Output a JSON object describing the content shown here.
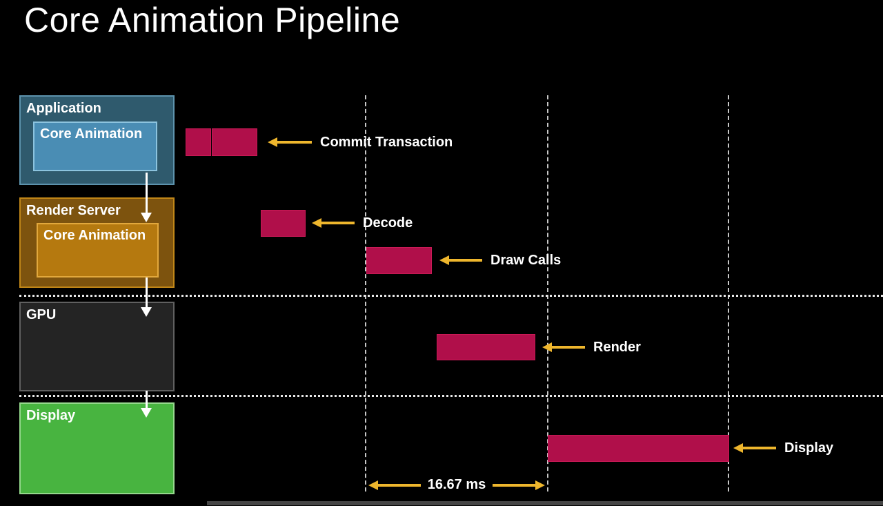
{
  "slide": {
    "title": "Core Animation Pipeline"
  },
  "lanes": [
    {
      "label": "Application",
      "inner_label": "Core Animation"
    },
    {
      "label": "Render Server",
      "inner_label": "Core Animation"
    },
    {
      "label": "GPU"
    },
    {
      "label": "Display"
    }
  ],
  "annotations": {
    "commit_transaction": "Commit Transaction",
    "decode": "Decode",
    "draw_calls": "Draw Calls",
    "render": "Render",
    "display": "Display"
  },
  "frame_interval_label": "16.67 ms",
  "colors": {
    "background": "#000000",
    "text": "#ffffff",
    "application_fill": "#2f5a6d",
    "application_border": "#5d93ad",
    "application_inner_fill": "#4a8db4",
    "application_inner_border": "#8cc3de",
    "render_server_fill": "#7d530e",
    "render_server_border": "#c08618",
    "render_server_inner_fill": "#b5790f",
    "render_server_inner_border": "#e2a83c",
    "gpu_fill": "#242424",
    "gpu_border": "#606060",
    "display_fill": "#48b440",
    "display_border": "#95d88d",
    "bar_fill": "#b00f4a",
    "bar_border": "#ca1a56",
    "arrow_yellow": "#eeb62d",
    "guide_dash": "#c8c8c8",
    "guide_dot": "#e8e8e8"
  }
}
